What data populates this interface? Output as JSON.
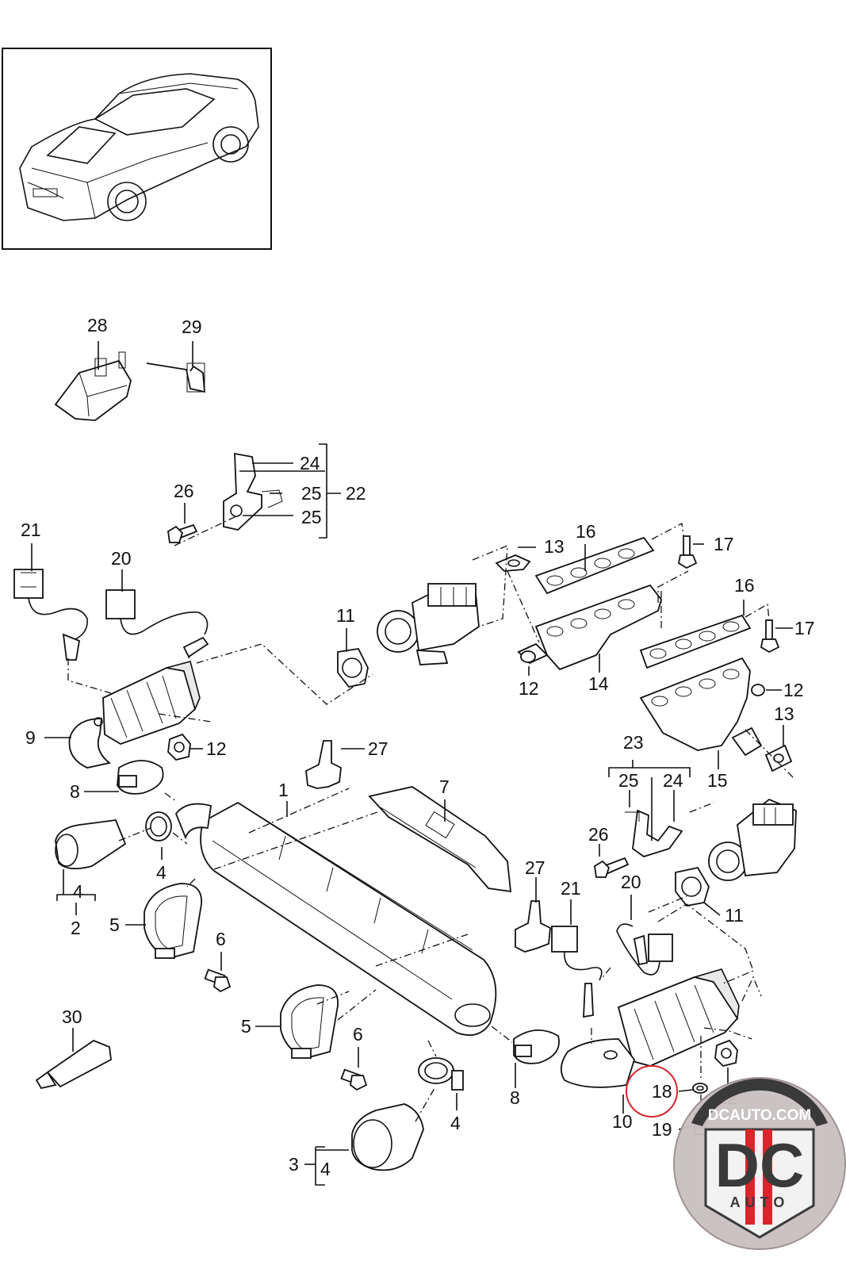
{
  "callouts": {
    "n1": "1",
    "n2": "2",
    "n3": "3",
    "n4": "4",
    "n5": "5",
    "n6": "6",
    "n7": "7",
    "n8": "8",
    "n9": "9",
    "n10": "10",
    "n11": "11",
    "n12": "12",
    "n13": "13",
    "n14": "14",
    "n15": "15",
    "n16": "16",
    "n17": "17",
    "n18": "18",
    "n19": "19",
    "n20": "20",
    "n21": "21",
    "n22": "22",
    "n23": "23",
    "n24": "24",
    "n25": "25",
    "n26": "26",
    "n27": "27",
    "n28": "28",
    "n29": "29",
    "n30": "30"
  },
  "watermark": {
    "site": "DCAUTO.COM",
    "letters": "DC",
    "word": "AUTO"
  },
  "highlight": {
    "part": "18",
    "color": "#d9262c"
  },
  "colors": {
    "line": "#111111",
    "badge_bg": "#c9c0c0",
    "badge_dark": "#3a3a3a"
  }
}
